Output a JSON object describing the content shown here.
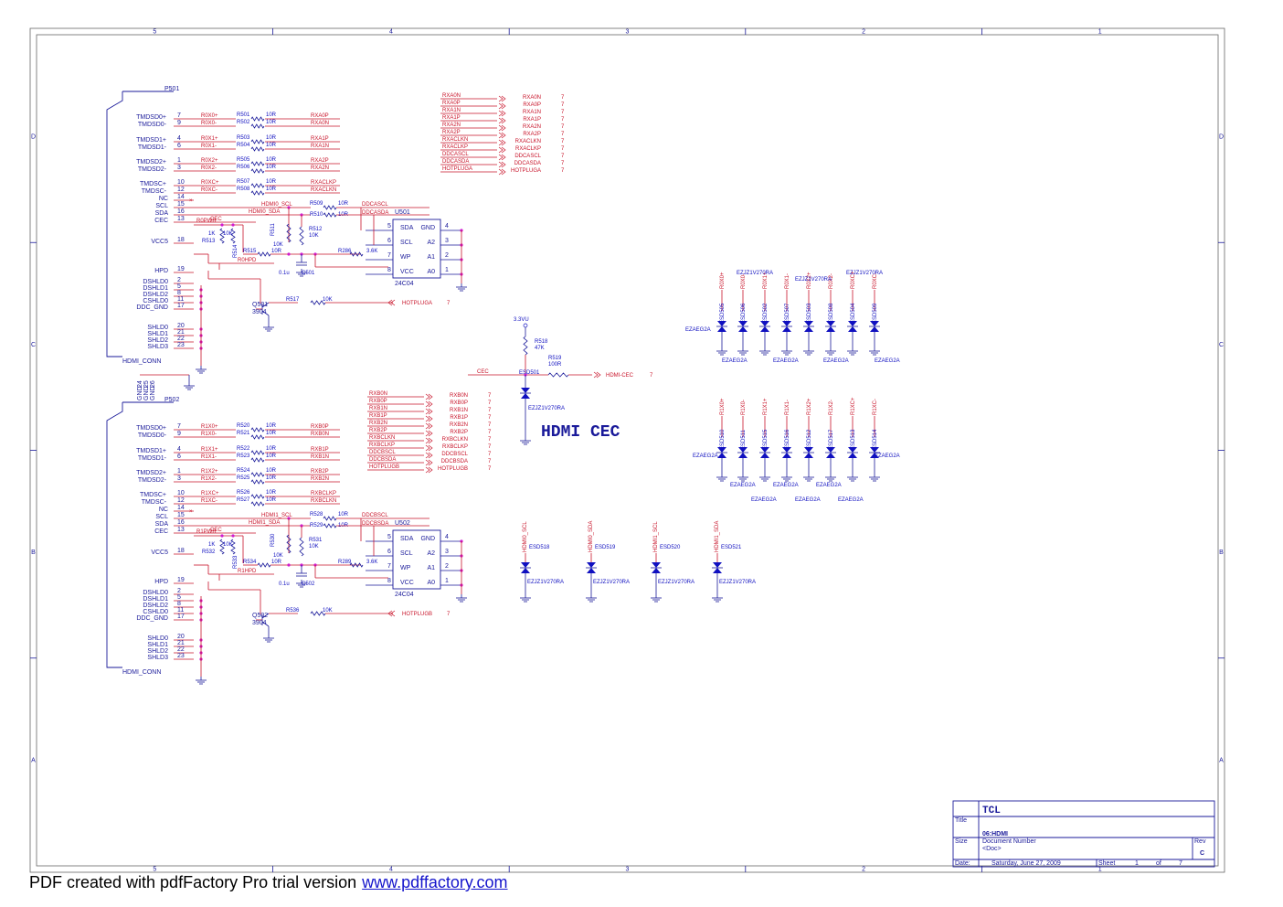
{
  "frame": {
    "cols": [
      "5",
      "4",
      "3",
      "2",
      "1"
    ],
    "rows": [
      "D",
      "C",
      "B",
      "A"
    ]
  },
  "title_block": {
    "company": "TCL",
    "title_label": "Title",
    "title": "06:HDMI",
    "size_label": "Size",
    "docnum_label": "Document Number",
    "doc": "<Doc>",
    "rev_label": "Rev",
    "rev": "C",
    "date_label": "Date:",
    "date": "Saturday, June 27, 2009",
    "sheet_label": "Sheet",
    "sheet": "1",
    "of_label": "of",
    "total": "7"
  },
  "connector_a": {
    "ref": "P501",
    "name": "HDMI_CONN",
    "pins": [
      {
        "label": "TMDSD0+",
        "num": "7",
        "net": "R0X0+",
        "res": "R501",
        "val": "10R",
        "out": "RXA0P"
      },
      {
        "label": "TMDSD0-",
        "num": "9",
        "net": "R0X0-",
        "res": "R502",
        "val": "10R",
        "out": "RXA0N"
      },
      {
        "label": "TMDSD1+",
        "num": "4",
        "net": "R0X1+",
        "res": "R503",
        "val": "10R",
        "out": "RXA1P"
      },
      {
        "label": "TMDSD1-",
        "num": "6",
        "net": "R0X1-",
        "res": "R504",
        "val": "10R",
        "out": "RXA1N"
      },
      {
        "label": "TMDSD2+",
        "num": "1",
        "net": "R0X2+",
        "res": "R505",
        "val": "10R",
        "out": "RXA2P"
      },
      {
        "label": "TMDSD2-",
        "num": "3",
        "net": "R0X2-",
        "res": "R506",
        "val": "10R",
        "out": "RXA2N"
      },
      {
        "label": "TMDSC+",
        "num": "10",
        "net": "R0XC+",
        "res": "R507",
        "val": "10R",
        "out": "RXACLKP"
      },
      {
        "label": "TMDSC-",
        "num": "12",
        "net": "R0XC-",
        "res": "R508",
        "val": "10R",
        "out": "RXACLKN"
      }
    ],
    "misc": [
      {
        "label": "NC",
        "num": "14"
      },
      {
        "label": "SCL",
        "num": "15"
      },
      {
        "label": "SDA",
        "num": "16"
      },
      {
        "label": "CEC",
        "num": "13"
      },
      {
        "label": "VCC5",
        "num": "18"
      },
      {
        "label": "HPD",
        "num": "19"
      },
      {
        "label": "DSHLD0",
        "num": "2"
      },
      {
        "label": "DSHLD1",
        "num": "5"
      },
      {
        "label": "DSHLD2",
        "num": "8"
      },
      {
        "label": "CSHLD0",
        "num": "11"
      },
      {
        "label": "DDC_GND",
        "num": "17"
      },
      {
        "label": "SHLD0",
        "num": "20"
      },
      {
        "label": "SHLD1",
        "num": "21"
      },
      {
        "label": "SHLD2",
        "num": "22"
      },
      {
        "label": "SHLD3",
        "num": "23"
      }
    ],
    "scl_net": "HDMI0_SCL",
    "sda_net": "HDMI0_SDA",
    "cec_net": "CEC",
    "r_scl": "R509",
    "r_sda": "R510",
    "r_scl_val": "10R",
    "r_sda_val": "10R",
    "ddc_scl": "DDCASCL",
    "ddc_sda": "DDCASDA",
    "pwr_net": "R0PWR",
    "hpd_net": "R0HPD",
    "r511": "R511",
    "r511_val": "10K",
    "r512": "R512",
    "r512_val": "10K",
    "r513": "R513",
    "r513_val": "1K",
    "r514": "R514",
    "r514_val": "10K",
    "r515": "R515",
    "r515_val": "10R",
    "r286": "R286",
    "r286_val": "3.6K",
    "cap": "C501",
    "cap_val": "0.1u",
    "q": "Q501",
    "q_val": "3904",
    "r517": "R517",
    "r517_val": "10K",
    "hp_out": "HOTPLUGA",
    "hp_sheet": "7",
    "eeprom": {
      "ref": "U501",
      "part": "24C04",
      "pins_l": [
        {
          "n": "SDA",
          "p": "5"
        },
        {
          "n": "SCL",
          "p": "6"
        },
        {
          "n": "WP",
          "p": "7"
        },
        {
          "n": "VCC",
          "p": "8"
        }
      ],
      "pins_r": [
        {
          "n": "GND",
          "p": "4"
        },
        {
          "n": "A2",
          "p": "3"
        },
        {
          "n": "A1",
          "p": "2"
        },
        {
          "n": "A0",
          "p": "1"
        }
      ]
    }
  },
  "connector_b": {
    "ref": "P502",
    "name": "HDMI_CONN",
    "top_pins": [
      "GND",
      "GND",
      "GND"
    ],
    "top_nums": [
      "24",
      "25",
      "26"
    ],
    "pins": [
      {
        "label": "TMDSD0+",
        "num": "7",
        "net": "R1X0+",
        "res": "R520",
        "val": "10R",
        "out": "RXB0P"
      },
      {
        "label": "TMDSD0-",
        "num": "9",
        "net": "R1X0-",
        "res": "R521",
        "val": "10R",
        "out": "RXB0N"
      },
      {
        "label": "TMDSD1+",
        "num": "4",
        "net": "R1X1+",
        "res": "R522",
        "val": "10R",
        "out": "RXB1P"
      },
      {
        "label": "TMDSD1-",
        "num": "6",
        "net": "R1X1-",
        "res": "R523",
        "val": "10R",
        "out": "RXB1N"
      },
      {
        "label": "TMDSD2+",
        "num": "1",
        "net": "R1X2+",
        "res": "R524",
        "val": "10R",
        "out": "RXB2P"
      },
      {
        "label": "TMDSD2-",
        "num": "3",
        "net": "R1X2-",
        "res": "R525",
        "val": "10R",
        "out": "RXB2N"
      },
      {
        "label": "TMDSC+",
        "num": "10",
        "net": "R1XC+",
        "res": "R526",
        "val": "10R",
        "out": "RXBCLKP"
      },
      {
        "label": "TMDSC-",
        "num": "12",
        "net": "R1XC-",
        "res": "R527",
        "val": "10R",
        "out": "RXBCLKN"
      }
    ],
    "misc": [
      {
        "label": "NC",
        "num": "14"
      },
      {
        "label": "SCL",
        "num": "15"
      },
      {
        "label": "SDA",
        "num": "16"
      },
      {
        "label": "CEC",
        "num": "13"
      },
      {
        "label": "VCC5",
        "num": "18"
      },
      {
        "label": "HPD",
        "num": "19"
      },
      {
        "label": "DSHLD0",
        "num": "2"
      },
      {
        "label": "DSHLD1",
        "num": "5"
      },
      {
        "label": "DSHLD2",
        "num": "8"
      },
      {
        "label": "CSHLD0",
        "num": "11"
      },
      {
        "label": "DDC_GND",
        "num": "17"
      },
      {
        "label": "SHLD0",
        "num": "20"
      },
      {
        "label": "SHLD1",
        "num": "21"
      },
      {
        "label": "SHLD2",
        "num": "22"
      },
      {
        "label": "SHLD3",
        "num": "23"
      }
    ],
    "scl_net": "HDMI1_SCL",
    "sda_net": "HDMI1_SDA",
    "cec_net": "CEC",
    "r_scl": "R528",
    "r_sda": "R529",
    "r_scl_val": "10R",
    "r_sda_val": "10R",
    "ddc_scl": "DDCBSCL",
    "ddc_sda": "DDCBSDA",
    "pwr_net": "R1PWR",
    "hpd_net": "R1HPD",
    "r511": "R530",
    "r511_val": "10K",
    "r512": "R531",
    "r512_val": "10K",
    "r513": "R532",
    "r513_val": "1K",
    "r514": "R533",
    "r514_val": "10K",
    "r515": "R534",
    "r515_val": "10R",
    "r286": "R289",
    "r286_val": "3.6K",
    "cap": "C502",
    "cap_val": "0.1u",
    "q": "Q502",
    "q_val": "3904",
    "r517": "R536",
    "r517_val": "10K",
    "hp_out": "HOTPLUGB",
    "hp_sheet": "7",
    "eeprom": {
      "ref": "U502",
      "part": "24C04",
      "pins_l": [
        {
          "n": "SDA",
          "p": "5"
        },
        {
          "n": "SCL",
          "p": "6"
        },
        {
          "n": "WP",
          "p": "7"
        },
        {
          "n": "VCC",
          "p": "8"
        }
      ],
      "pins_r": [
        {
          "n": "GND",
          "p": "4"
        },
        {
          "n": "A2",
          "p": "3"
        },
        {
          "n": "A1",
          "p": "2"
        },
        {
          "n": "A0",
          "p": "1"
        }
      ]
    }
  },
  "offpage_a": {
    "nets": [
      [
        "RXA0N",
        "RXA0N"
      ],
      [
        "RXA0P",
        "RXA0P"
      ],
      [
        "RXA1N",
        "RXA1N"
      ],
      [
        "RXA1P",
        "RXA1P"
      ],
      [
        "RXA2N",
        "RXA2N"
      ],
      [
        "RXA2P",
        "RXA2P"
      ],
      [
        "RXACLKN",
        "RXACLKN"
      ],
      [
        "RXACLKP",
        "RXACLKP"
      ],
      [
        "DDCASCL",
        "DDCASCL"
      ],
      [
        "DDCASDA",
        "DDCASDA"
      ],
      [
        "HOTPLUGA",
        "HOTPLUGA"
      ]
    ],
    "sheet": "7"
  },
  "offpage_b": {
    "nets": [
      [
        "RXB0N",
        "RXB0N"
      ],
      [
        "RXB0P",
        "RXB0P"
      ],
      [
        "RXB1N",
        "RXB1N"
      ],
      [
        "RXB1P",
        "RXB1P"
      ],
      [
        "RXB2N",
        "RXB2N"
      ],
      [
        "RXB2P",
        "RXB2P"
      ],
      [
        "RXBCLKN",
        "RXBCLKN"
      ],
      [
        "RXBCLKP",
        "RXBCLKP"
      ],
      [
        "DDCBSCL",
        "DDCBSCL"
      ],
      [
        "DDCBSDA",
        "DDCBSDA"
      ],
      [
        "HOTPLUGB",
        "HOTPLUGB"
      ]
    ],
    "sheet": "7"
  },
  "cec_block": {
    "title": "HDMI CEC",
    "supply": "3.3VU",
    "r518": "R518",
    "r518_val": "47K",
    "r519": "R519",
    "r519_val": "100R",
    "net": "CEC",
    "esd": "ESD501",
    "esd_part": "EZJZ1V270RA",
    "out": "HDMI-CEC",
    "sheet": "7"
  },
  "ddc_esd": [
    {
      "net": "HDMI0_SCL",
      "ref": "ESD518",
      "part": "EZJZ1V270RA"
    },
    {
      "net": "HDMI0_SDA",
      "ref": "ESD519",
      "part": "EZJZ1V270RA"
    },
    {
      "net": "HDMI1_SCL",
      "ref": "ESD520",
      "part": "EZJZ1V270RA"
    },
    {
      "net": "HDMI1_SDA",
      "ref": "ESD521",
      "part": "EZJZ1V270RA"
    }
  ],
  "tvs_a": {
    "top_labels": [
      "EZJZ1V270RA",
      "EZJZ1V270RA",
      "EZJZ1V270RA"
    ],
    "nets": [
      "R0X0+",
      "R0X0-",
      "R0X1+",
      "R0X1-",
      "R0X2+",
      "R0X2-",
      "R0XC+",
      "R0XC-"
    ],
    "refs": [
      "ESD505",
      "ESD506",
      "ESD502",
      "ESD507",
      "ESD503",
      "ESD508",
      "ESD504",
      "ESD509"
    ],
    "part_side": "EZAEG2A",
    "bottom": [
      "EZAEG2A",
      "EZAEG2A",
      "EZAEG2A",
      "EZAEG2A"
    ]
  },
  "tvs_b": {
    "nets": [
      "R1X0+",
      "R1X0-",
      "R1X1+",
      "R1X1-",
      "R1X2+",
      "R1X2-",
      "R1XC+",
      "R1XC-"
    ],
    "refs": [
      "ESD510",
      "ESD511",
      "ESD515",
      "ESD516",
      "ESD512",
      "ESD517",
      "ESD513",
      "ESD514"
    ],
    "part_left": "EZAEG2A",
    "part_right": "EZAEG2A",
    "bottom_row1": [
      "EZAEG2A",
      "EZAEG2A",
      "EZAEG2A"
    ],
    "bottom_row2": [
      "EZAEG2A",
      "EZAEG2A",
      "EZAEG2A"
    ]
  },
  "footer": {
    "text": "PDF created with pdfFactory Pro trial version",
    "link": "www.pdffactory.com"
  }
}
